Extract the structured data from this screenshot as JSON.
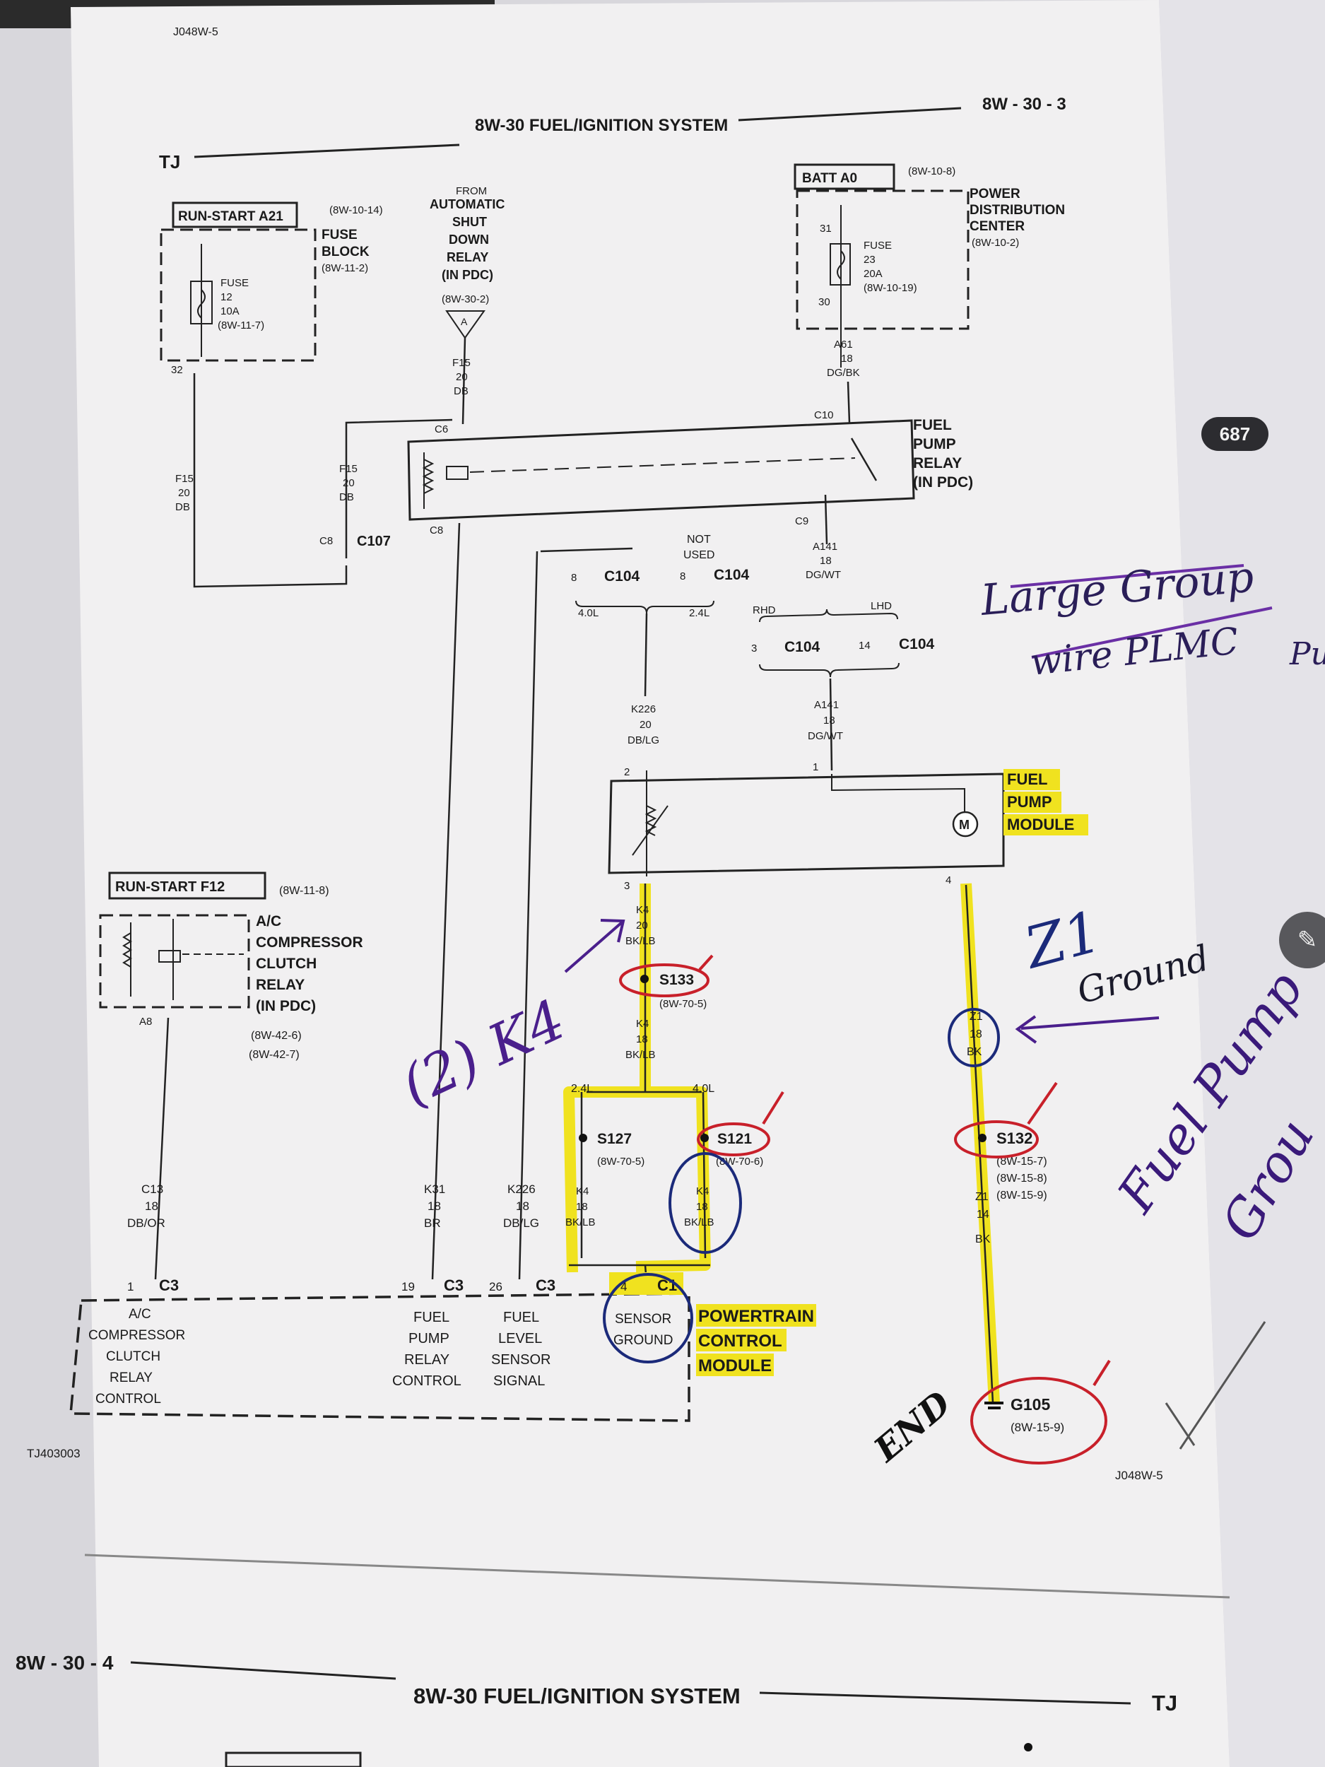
{
  "page": {
    "doc_code_top": "J048W-5",
    "vehicle": "TJ",
    "section_title": "8W-30 FUEL/IGNITION SYSTEM",
    "page_number": "8W - 30 - 3",
    "figure_id": "TJ403003",
    "doc_code_bottom": "J048W-5",
    "next_page_number": "8W - 30 - 4",
    "next_section_title": "8W-30 FUEL/IGNITION SYSTEM",
    "next_vehicle": "TJ",
    "viewer_page_badge": "687"
  },
  "fuse_block": {
    "feed": "RUN-START A21",
    "feed_ref": "(8W-10-14)",
    "name_l1": "FUSE",
    "name_l2": "BLOCK",
    "ref": "(8W-11-2)",
    "fuse_l1": "FUSE",
    "fuse_l2": "12",
    "fuse_l3": "10A",
    "fuse_l4": "(8W-11-7)",
    "pin": "32"
  },
  "asd_relay": {
    "l1": "FROM",
    "l2": "AUTOMATIC",
    "l3": "SHUT",
    "l4": "DOWN",
    "l5": "RELAY",
    "l6": "(IN PDC)",
    "ref": "(8W-30-2)",
    "tag": "A",
    "wire_l1": "F15",
    "wire_l2": "20",
    "wire_l3": "DB"
  },
  "pdc": {
    "feed": "BATT A0",
    "feed_ref": "(8W-10-8)",
    "name_l1": "POWER",
    "name_l2": "DISTRIBUTION",
    "name_l3": "CENTER",
    "ref": "(8W-10-2)",
    "pin_top": "31",
    "pin_bottom": "30",
    "fuse_l1": "FUSE",
    "fuse_l2": "23",
    "fuse_l3": "20A",
    "fuse_l4": "(8W-10-19)",
    "wire_l1": "A61",
    "wire_l2": "18",
    "wire_l3": "DG/BK"
  },
  "fuel_pump_relay": {
    "l1": "FUEL",
    "l2": "PUMP",
    "l3": "RELAY",
    "l4": "(IN PDC)",
    "pin_c6": "C6",
    "pin_c8": "C8",
    "pin_c9": "C9",
    "pin_c10": "C10"
  },
  "left_feed": {
    "wire_l1": "F15",
    "wire_l2": "20",
    "wire_l3": "DB",
    "mid_l1": "F15",
    "mid_l2": "20",
    "mid_l3": "DB",
    "conn_pin": "C8",
    "conn": "C107"
  },
  "c104_top": {
    "pin_a": "8",
    "conn_a": "C104",
    "pin_b": "8",
    "conn_b": "C104",
    "not_used_l1": "NOT",
    "not_used_l2": "USED",
    "var_a": "4.0L",
    "var_b": "2.4L"
  },
  "c104_pump": {
    "wire_l1": "A141",
    "wire_l2": "18",
    "wire_l3": "DG/WT",
    "rhd": "RHD",
    "lhd": "LHD",
    "pin_a": "3",
    "conn_a": "C104",
    "pin_b": "14",
    "conn_b": "C104",
    "out_l1": "A141",
    "out_l2": "18",
    "out_l3": "DG/WT"
  },
  "k226_upper": {
    "l1": "K226",
    "l2": "20",
    "l3": "DB/LG"
  },
  "pump_module": {
    "l1": "FUEL",
    "l2": "PUMP",
    "l3": "MODULE",
    "pin1": "1",
    "pin2": "2",
    "pin3": "3",
    "pin4": "4",
    "motor": "M"
  },
  "k4_upper": {
    "l1": "K4",
    "l2": "20",
    "l3": "BK/LB"
  },
  "s133": {
    "name": "S133",
    "ref": "(8W-70-5)"
  },
  "k4_mid": {
    "l1": "K4",
    "l2": "18",
    "l3": "BK/LB"
  },
  "split": {
    "a": "2.4L",
    "b": "4.0L"
  },
  "s127": {
    "name": "S127",
    "ref": "(8W-70-5)"
  },
  "s121": {
    "name": "S121",
    "ref": "(8W-70-6)"
  },
  "k4_left": {
    "l1": "K4",
    "l2": "18",
    "l3": "BK/LB"
  },
  "k4_right": {
    "l1": "K4",
    "l2": "18",
    "l3": "BK/LB"
  },
  "ac_relay": {
    "feed": "RUN-START F12",
    "feed_ref": "(8W-11-8)",
    "l1": "A/C",
    "l2": "COMPRESSOR",
    "l3": "CLUTCH",
    "l4": "RELAY",
    "l5": "(IN PDC)",
    "ref1": "(8W-42-6)",
    "ref2": "(8W-42-7)",
    "pin": "A8"
  },
  "wires_bottom": {
    "c13_l1": "C13",
    "c13_l2": "18",
    "c13_l3": "DB/OR",
    "k31_l1": "K31",
    "k31_l2": "18",
    "k31_l3": "BR",
    "k226_l1": "K226",
    "k226_l2": "18",
    "k226_l3": "DB/LG"
  },
  "pcm": {
    "pin_ac": "1",
    "conn_ac": "C3",
    "pin_fp": "19",
    "conn_fp": "C3",
    "pin_fl": "26",
    "conn_fl": "C3",
    "pin_sg": "4",
    "conn_sg": "C1",
    "ac_l1": "A/C",
    "ac_l2": "COMPRESSOR",
    "ac_l3": "CLUTCH",
    "ac_l4": "RELAY",
    "ac_l5": "CONTROL",
    "fp_l1": "FUEL",
    "fp_l2": "PUMP",
    "fp_l3": "RELAY",
    "fp_l4": "CONTROL",
    "fl_l1": "FUEL",
    "fl_l2": "LEVEL",
    "fl_l3": "SENSOR",
    "fl_l4": "SIGNAL",
    "sg_l1": "SENSOR",
    "sg_l2": "GROUND",
    "name_l1": "POWERTRAIN",
    "name_l2": "CONTROL",
    "name_l3": "MODULE"
  },
  "z1_upper": {
    "l1": "Z1",
    "l2": "18",
    "l3": "BK"
  },
  "s132": {
    "name": "S132",
    "ref1": "(8W-15-7)",
    "ref2": "(8W-15-8)",
    "ref3": "(8W-15-9)"
  },
  "z1_lower": {
    "l1": "Z1",
    "l2": "14",
    "l3": "BK"
  },
  "g105": {
    "name": "G105",
    "ref": "(8W-15-9)"
  },
  "handwriting": {
    "large_l1": "Large Group",
    "large_l2": "wire PLMC",
    "large_l3": "Pu",
    "z1_l1": "Z1",
    "z1_l2": "Ground",
    "two_k4": "(2) K4",
    "fuel_l1": "Fuel Pump",
    "fuel_l2": "Grou",
    "end": "END"
  },
  "colors": {
    "highlight": "#f0e21f",
    "ink": "#1a1a1a",
    "red_pen": "#c8202a",
    "blue_pen": "#1b2a7a",
    "purple_pen": "#4a1f8c"
  }
}
